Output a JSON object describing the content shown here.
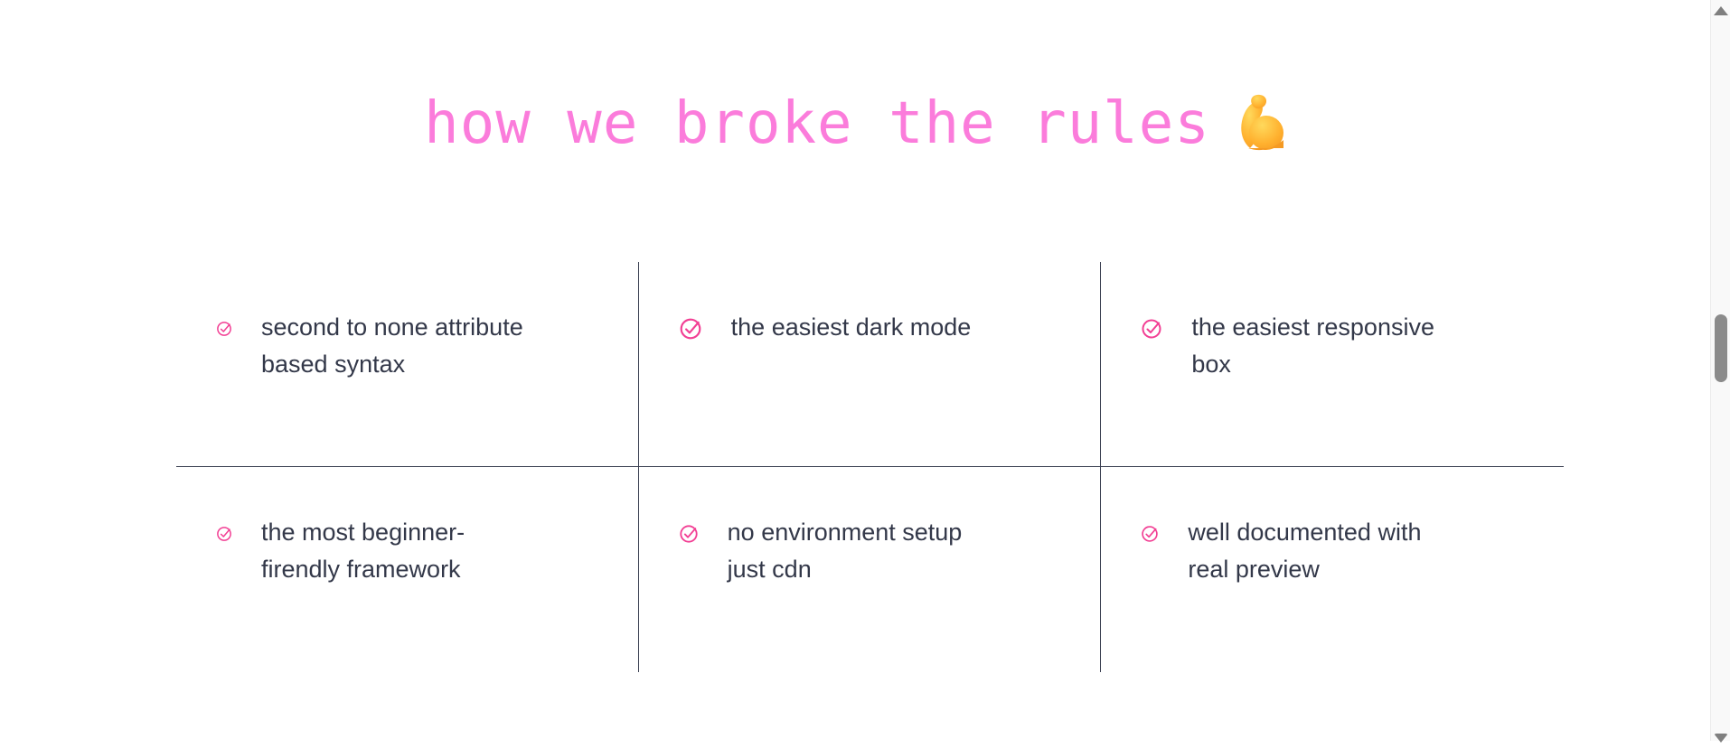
{
  "theme": {
    "title_pink": "#fb7cdb",
    "icon_pink": "#f23f94",
    "text_dark": "#333849",
    "line_dark": "#373c4e",
    "scroll_track": "#f9f9f9",
    "scroll_thumb": "#8b8b8b",
    "scroll_arrow": "#7f7f7f"
  },
  "title": {
    "text": "how we broke the rules",
    "emoji": "💪",
    "emoji_icon": "flexed-biceps"
  },
  "grid": {
    "icon": "check-circle",
    "items": [
      {
        "text": "second to none attribute\nbased syntax",
        "icon_size": 18
      },
      {
        "text": "the easiest dark mode",
        "icon_size": 26
      },
      {
        "text": "the easiest responsive\nbox",
        "icon_size": 24
      },
      {
        "text": "the most beginner-\nfirendly framework",
        "icon_size": 18
      },
      {
        "text": "no environment setup\njust cdn",
        "icon_size": 22
      },
      {
        "text": "well documented with\nreal preview",
        "icon_size": 20
      }
    ]
  },
  "scrollbar": {
    "up_icon": "scroll-up-arrow",
    "down_icon": "scroll-down-arrow"
  }
}
